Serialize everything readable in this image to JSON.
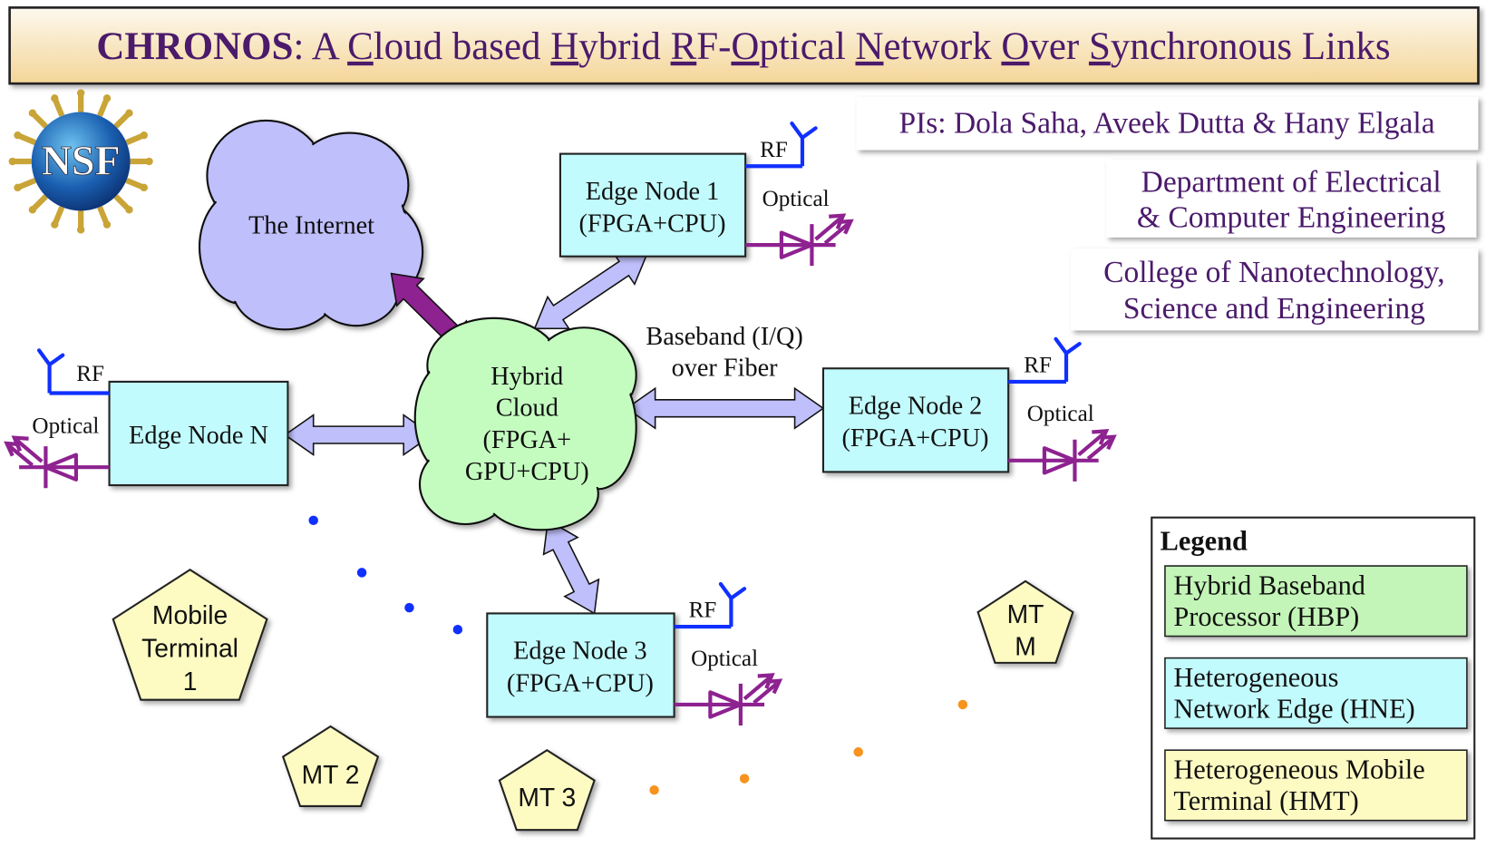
{
  "title": {
    "segments": [
      {
        "text": "CHRONOS",
        "b": true,
        "u": false
      },
      {
        "text": ": A ",
        "b": false,
        "u": false
      },
      {
        "text": "C",
        "b": false,
        "u": true
      },
      {
        "text": "loud based ",
        "b": false,
        "u": false
      },
      {
        "text": "H",
        "b": false,
        "u": true
      },
      {
        "text": "ybrid ",
        "b": false,
        "u": false
      },
      {
        "text": "R",
        "b": false,
        "u": true
      },
      {
        "text": "F-",
        "b": false,
        "u": false
      },
      {
        "text": "O",
        "b": false,
        "u": true
      },
      {
        "text": "ptical ",
        "b": false,
        "u": false
      },
      {
        "text": "N",
        "b": false,
        "u": true
      },
      {
        "text": "etwork ",
        "b": false,
        "u": false
      },
      {
        "text": "O",
        "b": false,
        "u": true
      },
      {
        "text": "ver ",
        "b": false,
        "u": false
      },
      {
        "text": "S",
        "b": false,
        "u": true
      },
      {
        "text": "ynchronous Links",
        "b": false,
        "u": false
      }
    ]
  },
  "logo": {
    "text": "NSF"
  },
  "info": {
    "pis": "PIs: Dola Saha, Aveek Dutta & Hany Elgala",
    "dept": [
      "Department of Electrical",
      "& Computer Engineering"
    ],
    "college": [
      "College of Nanotechnology,",
      "Science and Engineering"
    ]
  },
  "internet": {
    "label": "The Internet"
  },
  "hybrid_cloud": {
    "lines": [
      "Hybrid",
      "Cloud",
      "(FPGA+",
      "GPU+CPU)"
    ]
  },
  "baseband": {
    "lines": [
      "Baseband (I/Q)",
      "over Fiber"
    ]
  },
  "edge_nodes": {
    "n1": {
      "lines": [
        "Edge Node 1",
        "(FPGA+CPU)"
      ]
    },
    "n2": {
      "lines": [
        "Edge Node 2",
        "(FPGA+CPU)"
      ]
    },
    "n3": {
      "lines": [
        "Edge Node 3",
        "(FPGA+CPU)"
      ]
    },
    "nN": {
      "lines": [
        "Edge Node N"
      ]
    }
  },
  "link_labels": {
    "rf": "RF",
    "optical": "Optical"
  },
  "terminals": {
    "mt1": {
      "lines": [
        "Mobile",
        "Terminal",
        "1"
      ]
    },
    "mt2": {
      "lines": [
        "MT 2"
      ]
    },
    "mt3": {
      "lines": [
        "MT 3"
      ]
    },
    "mtm": {
      "lines": [
        "MT",
        "M"
      ]
    }
  },
  "legend": {
    "title": "Legend",
    "items": [
      {
        "lines": [
          "Hybrid Baseband",
          "Processor (HBP)"
        ],
        "color": "#c4f5b8"
      },
      {
        "lines": [
          "Heterogeneous",
          "Network Edge (HNE)"
        ],
        "color": "#c2fbfd"
      },
      {
        "lines": [
          "Heterogeneous Mobile",
          "Terminal (HMT)"
        ],
        "color": "#fdfbc2"
      }
    ]
  },
  "colors": {
    "title_text": "#4b1a6b",
    "internet_cloud": "#bfbffb",
    "hybrid_cloud": "#c4fcc0",
    "edge_node": "#c2fbfd",
    "terminal": "#fdfbc2",
    "rf": "#1030ff",
    "optical": "#8e2290",
    "internet_arrow": "#8e2290",
    "link_arrow": "#bfbffb",
    "rf_dots": "#1030ff",
    "optical_dots": "#f7931e"
  }
}
